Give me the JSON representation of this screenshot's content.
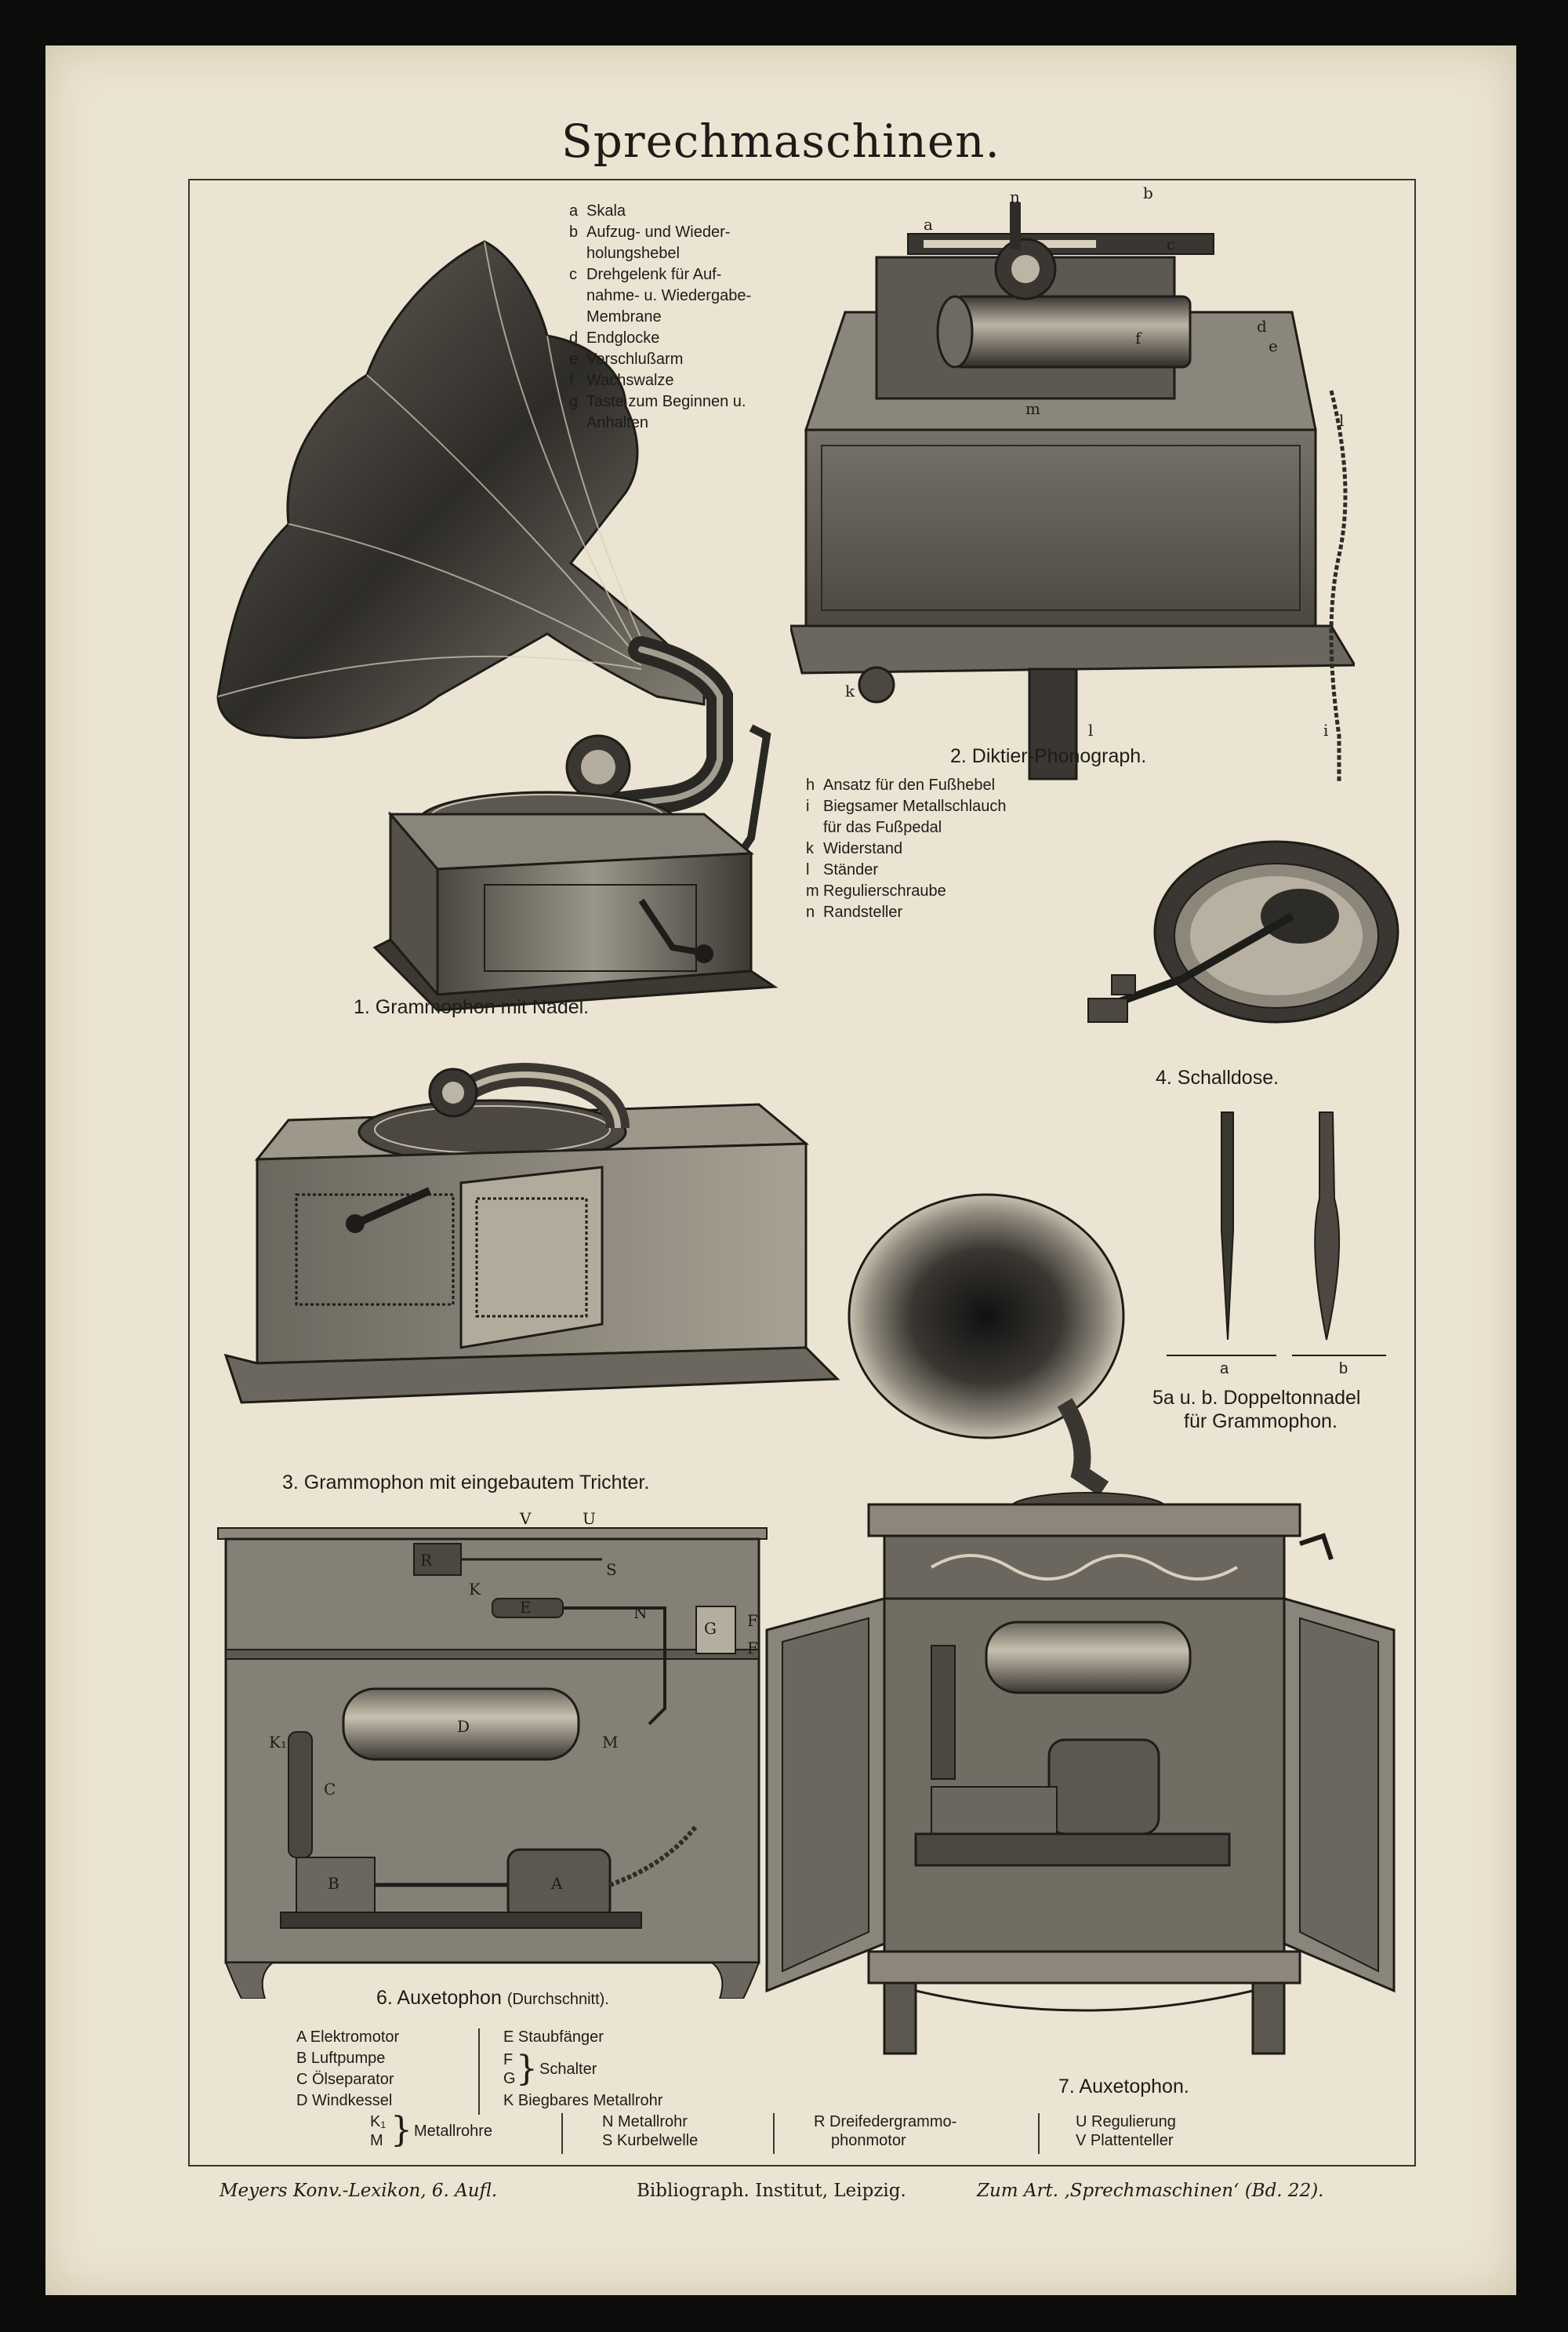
{
  "title": "Sprechmaschinen.",
  "figures": {
    "fig1": {
      "caption": "1. Grammophon mit Nadel."
    },
    "fig2": {
      "caption": "2. Diktier-Phonograph.",
      "legend_a": [
        {
          "key": "a",
          "text": "Skala"
        },
        {
          "key": "b",
          "text": "Aufzug- und Wieder-"
        },
        {
          "key": "",
          "text": "holungshebel"
        },
        {
          "key": "c",
          "text": "Drehgelenk für Auf-"
        },
        {
          "key": "",
          "text": "nahme- u. Wiedergabe-"
        },
        {
          "key": "",
          "text": "Membrane"
        },
        {
          "key": "d",
          "text": "Endglocke"
        },
        {
          "key": "e",
          "text": "Verschlußarm"
        },
        {
          "key": "f",
          "text": "Wachswalze"
        },
        {
          "key": "g",
          "text": "Taste zum Beginnen u."
        },
        {
          "key": "",
          "text": "Anhalten"
        }
      ],
      "legend_h": [
        {
          "key": "h",
          "text": "Ansatz für den Fußhebel"
        },
        {
          "key": "i",
          "text": "Biegsamer Metallschlauch"
        },
        {
          "key": "",
          "text": "für das Fußpedal"
        },
        {
          "key": "k",
          "text": "Widerstand"
        },
        {
          "key": "l",
          "text": "Ständer"
        },
        {
          "key": "m",
          "text": "Regulierschraube"
        },
        {
          "key": "n",
          "text": "Randsteller"
        }
      ],
      "labels": {
        "a": "a",
        "n": "n",
        "b": "b",
        "c": "c",
        "d": "d",
        "e": "e",
        "f": "f",
        "m": "m",
        "k": "k",
        "l": "l",
        "l2": "l",
        "i": "i"
      }
    },
    "fig3": {
      "caption": "3. Grammophon mit eingebautem Trichter."
    },
    "fig4": {
      "caption": "4. Schalldose."
    },
    "fig5": {
      "caption_line1": "5a u. b. Doppeltonnadel",
      "caption_line2": "für Grammophon.",
      "label_a": "a",
      "label_b": "b"
    },
    "fig6": {
      "caption": "6. Auxetophon",
      "caption_small": "(Durchschnitt).",
      "labels": {
        "V": "V",
        "U": "U",
        "R": "R",
        "S": "S",
        "K": "K",
        "E": "E",
        "N": "N",
        "G": "G",
        "F1": "F",
        "F2": "F",
        "D": "D",
        "M": "M",
        "K1": "K₁",
        "C": "C",
        "B": "B",
        "A": "A"
      },
      "legend_col1": [
        "A Elektromotor",
        "B Luftpumpe",
        "C Ölseparator",
        "D Windkessel"
      ],
      "legend_col2_top": "E Staubfänger",
      "legend_col2_F": "F",
      "legend_col2_G": "G",
      "legend_col2_schalter": "Schalter",
      "legend_col2_K": "K Biegbares Metallrohr",
      "legend_K1": "K₁",
      "legend_M": "M",
      "legend_metallrohre": "Metallrohre",
      "legend_N": "N Metallrohr",
      "legend_S": "S Kurbelwelle",
      "legend_R1": "R Dreifedergrammo-",
      "legend_R2": "phonmotor",
      "legend_U": "U Regulierung",
      "legend_V": "V Plattenteller"
    },
    "fig7": {
      "caption": "7. Auxetophon."
    }
  },
  "footer": {
    "left": "Meyers Konv.-Lexikon, 6. Aufl.",
    "center": "Bibliograph. Institut, Leipzig.",
    "right": "Zum Art. ‚Sprechmaschinen‘ (Bd. 22)."
  },
  "colors": {
    "paper": "#ece4d2",
    "ink": "#1d1c19",
    "border": "#0c0c0b"
  }
}
